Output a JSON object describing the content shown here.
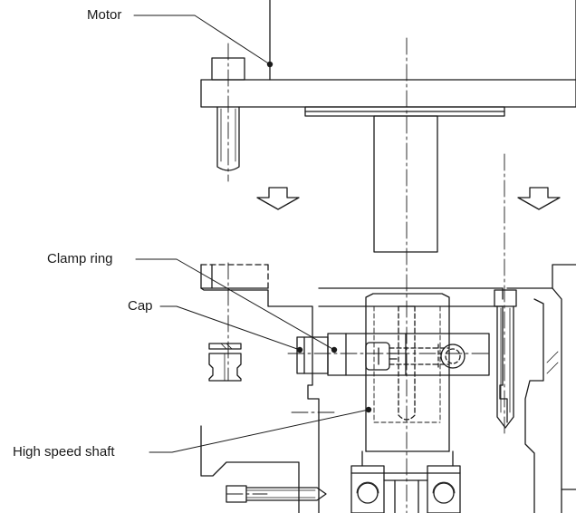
{
  "labels": {
    "motor": "Motor",
    "clamp_ring": "Clamp ring",
    "cap": "Cap",
    "high_speed_shaft": "High speed shaft"
  },
  "colors": {
    "line": "#1a1a1a",
    "background": "#ffffff"
  }
}
